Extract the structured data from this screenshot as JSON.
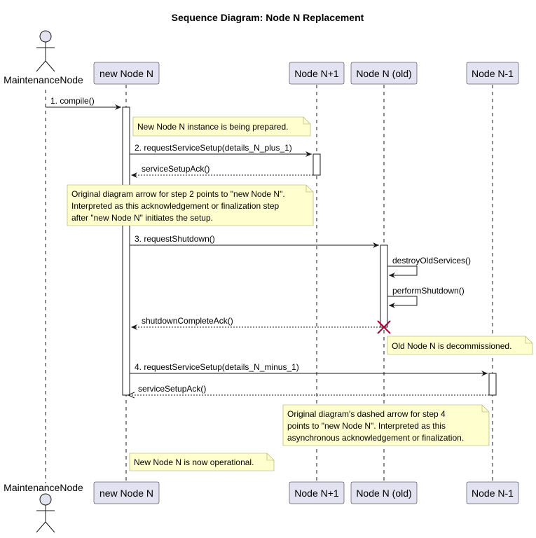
{
  "title": "Sequence Diagram: Node N Replacement",
  "participants": {
    "maintenance": "MaintenanceNode",
    "new_node": "new Node N",
    "node_plus": "Node N+1",
    "node_old": "Node N (old)",
    "node_minus": "Node N-1"
  },
  "messages": {
    "m1": "1. compile()",
    "m2": "2. requestServiceSetup(details_N_plus_1)",
    "m2_ack": "serviceSetupAck()",
    "m3": "3. requestShutdown()",
    "m3_self1": "destroyOldServices()",
    "m3_self2": "performShutdown()",
    "m3_ack": "shutdownCompleteAck()",
    "m4": "4. requestServiceSetup(details_N_minus_1)",
    "m4_ack": "serviceSetupAck()"
  },
  "notes": {
    "n1": [
      "New Node N instance is being prepared."
    ],
    "n2": [
      "Original diagram arrow for step 2 points to \"new Node N\".",
      "Interpreted as this acknowledgement or finalization step",
      "after \"new Node N\" initiates the setup."
    ],
    "n3": [
      "Old Node N is decommissioned."
    ],
    "n4": [
      "Original diagram's dashed arrow for step 4",
      "points to \"new Node N\". Interpreted as this",
      "asynchronous acknowledgement or finalization."
    ],
    "n5": [
      "New Node N is now operational."
    ]
  },
  "colors": {
    "participant_fill": "#e2e2f0",
    "participant_stroke": "#181818",
    "note_fill": "#fefece",
    "note_stroke": "#a8a862",
    "lifeline": "#181818",
    "arrow": "#181818",
    "destroy": "#a80036"
  }
}
